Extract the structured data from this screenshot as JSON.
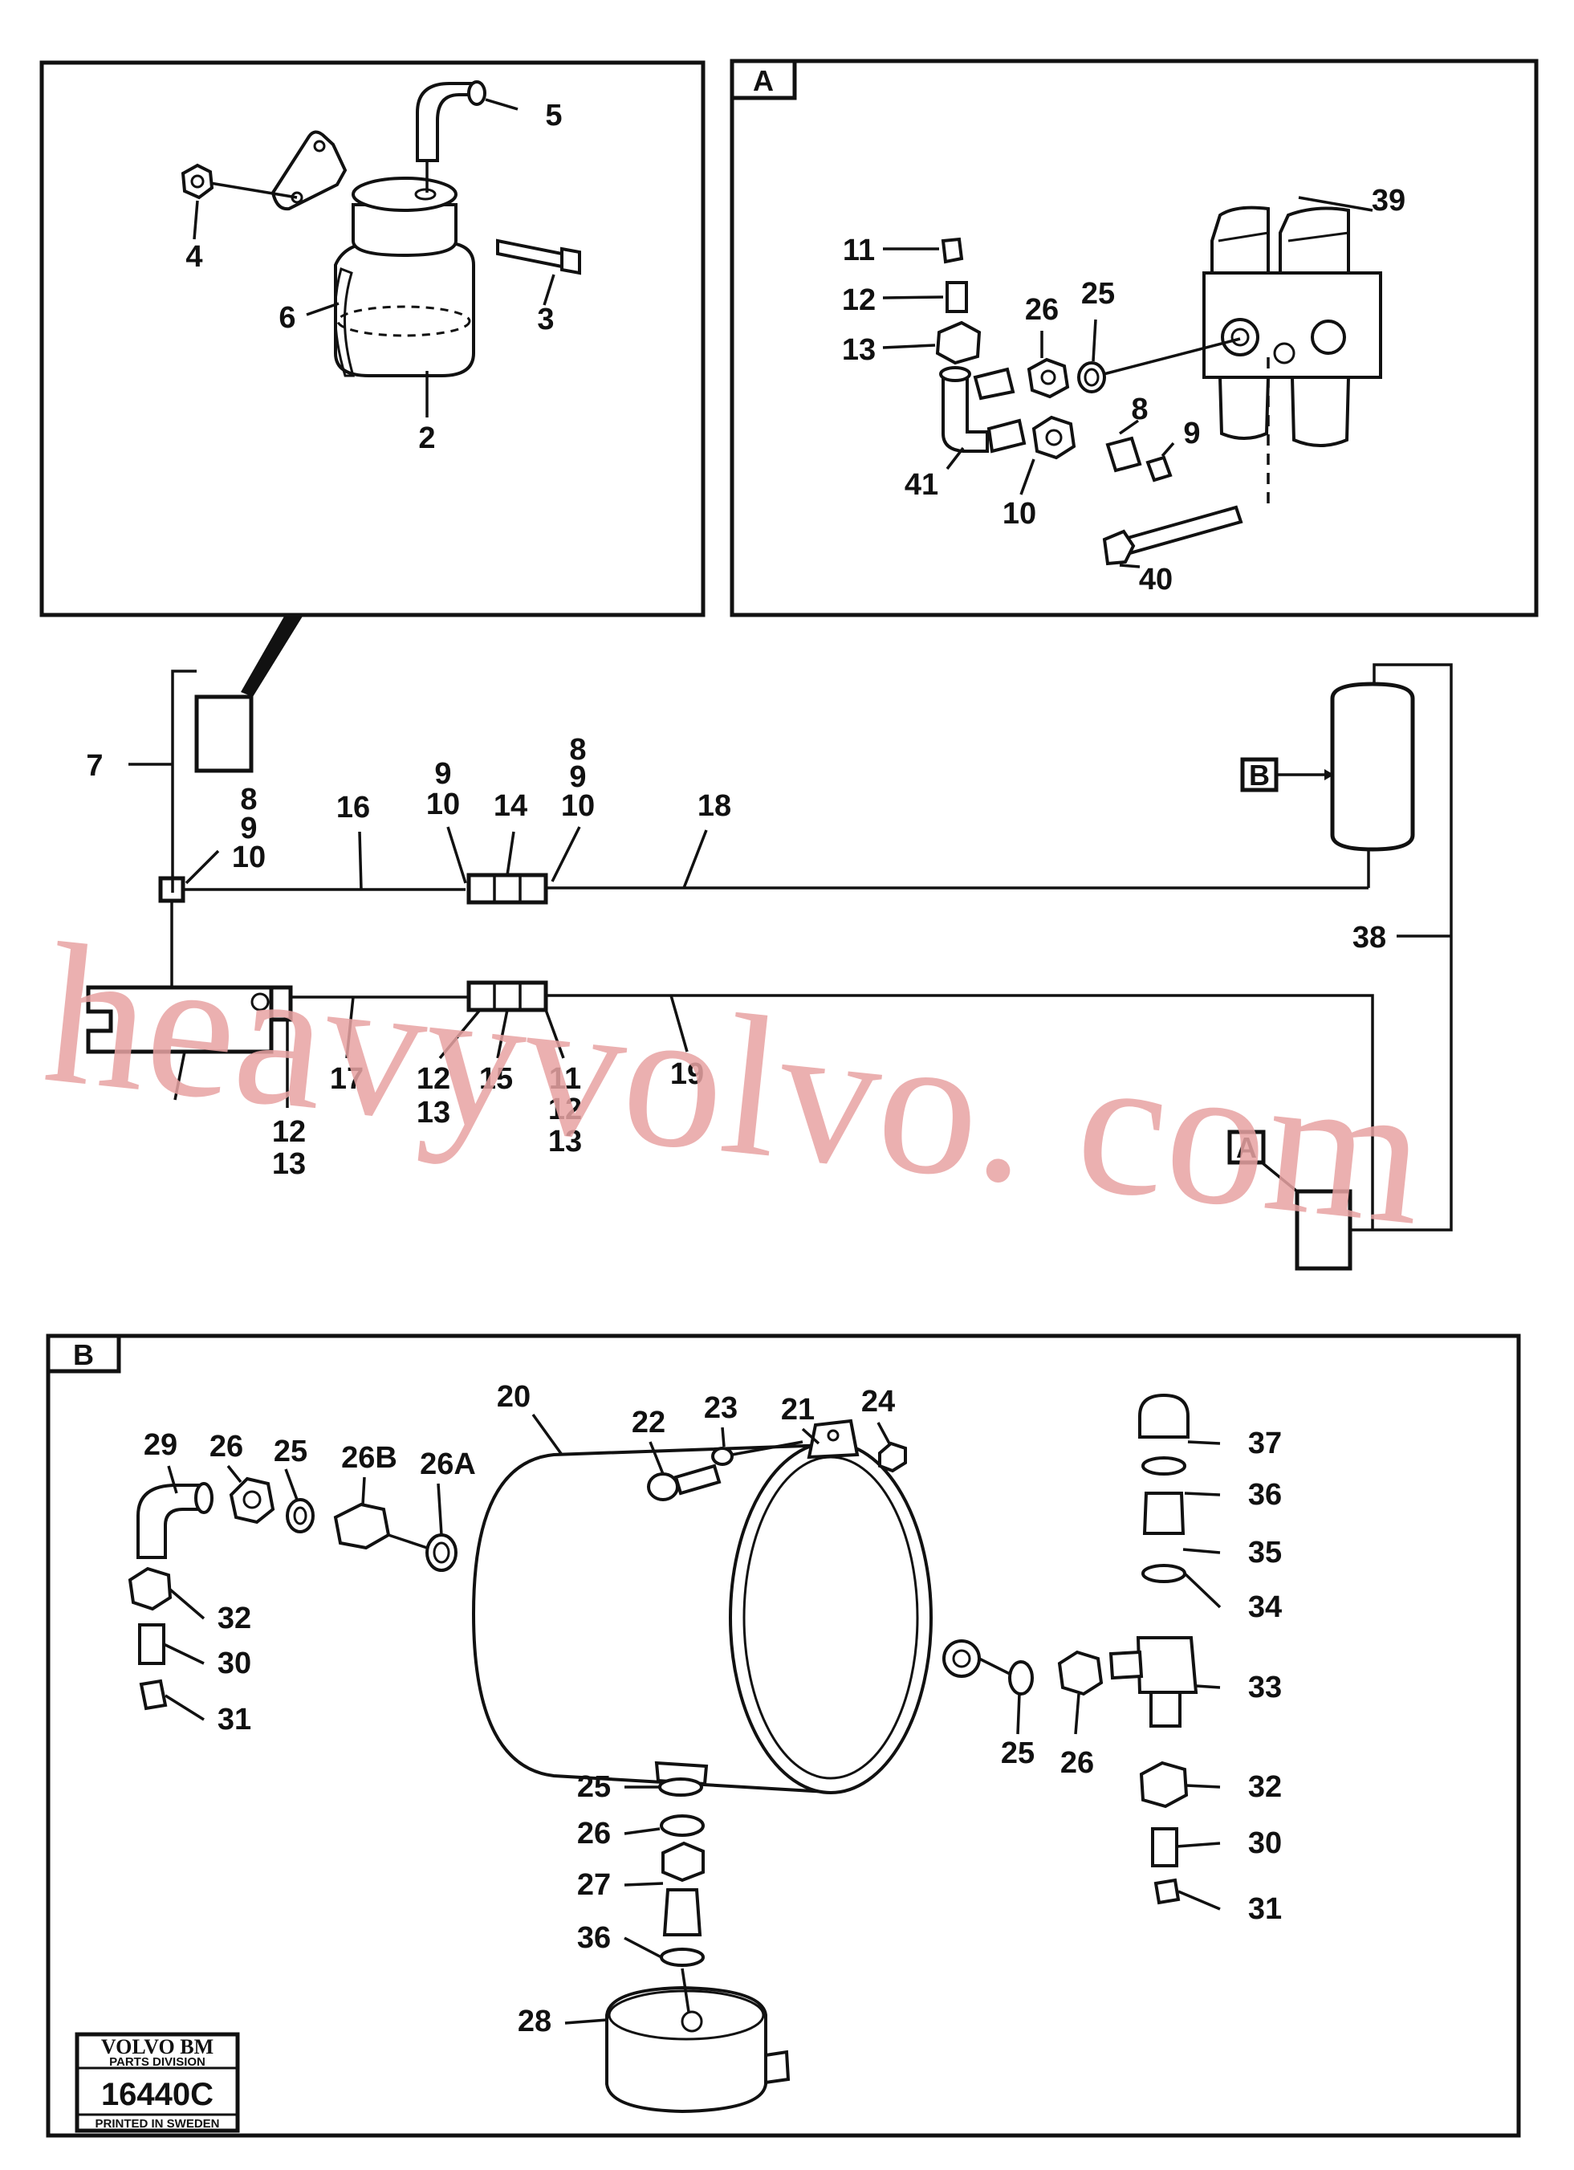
{
  "panels": {
    "top_left": {
      "callouts": [
        "5",
        "4",
        "6",
        "3",
        "2"
      ]
    },
    "A": {
      "tag": "A",
      "callouts": [
        "39",
        "11",
        "12",
        "13",
        "26",
        "25",
        "8",
        "9",
        "41",
        "10",
        "40"
      ]
    },
    "B": {
      "tag": "B",
      "callouts": [
        "20",
        "22",
        "23",
        "21",
        "24",
        "29",
        "26",
        "25",
        "26B",
        "26A",
        "37",
        "36",
        "35",
        "34",
        "33",
        "32",
        "30",
        "31",
        "25",
        "26",
        "25",
        "26",
        "27",
        "36",
        "28",
        "32",
        "30",
        "31"
      ]
    }
  },
  "schematic": {
    "callouts": {
      "c7": "7",
      "c8a": "8",
      "c9a": "9",
      "c10a": "10",
      "c16": "16",
      "c9b": "9",
      "c10b": "10",
      "c14": "14",
      "c8c": "8",
      "c9c": "9",
      "c10c": "10",
      "c18": "18",
      "c38": "38",
      "c17": "17",
      "c12a": "12",
      "c13a": "13",
      "c15": "15",
      "c11": "11",
      "c12b": "12",
      "c13b": "13",
      "c19": "19",
      "c12c": "12",
      "c13c": "13"
    },
    "ref_B": "B",
    "ref_A": "A"
  },
  "stamp": {
    "brand": "VOLVO BM",
    "division": "PARTS DIVISION",
    "number": "16440C",
    "printed": "PRINTED IN SWEDEN"
  },
  "watermark": "heavyvolvo. com",
  "colors": {
    "ink": "#111111",
    "watermark": "#e8a3a3",
    "background": "#ffffff"
  }
}
